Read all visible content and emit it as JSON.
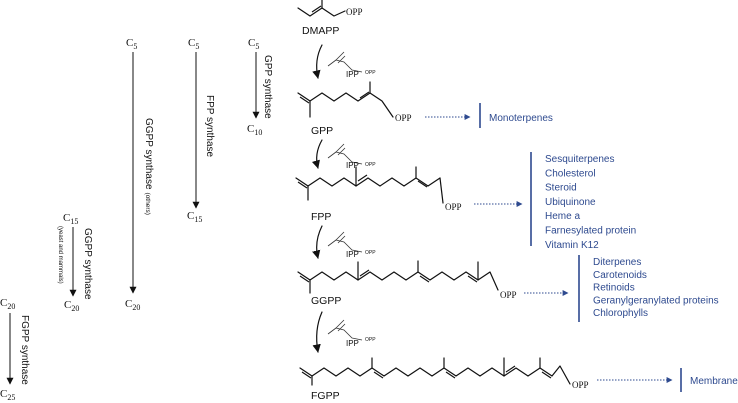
{
  "synthases": [
    {
      "key": "ggpps",
      "label": "GGPP synthase",
      "note": "(others)",
      "start": "C",
      "start_sub": "5",
      "end": "C",
      "end_sub": "20"
    },
    {
      "key": "fpps",
      "label": "FPP synthase",
      "note": "",
      "start": "C",
      "start_sub": "5",
      "end": "C",
      "end_sub": "15"
    },
    {
      "key": "gpps",
      "label": "GPP synthase",
      "note": "",
      "start": "C",
      "start_sub": "5",
      "end": "C",
      "end_sub": "10"
    },
    {
      "key": "ggpps_yeast",
      "label": "GGPP synthase",
      "note": "(yeast and mammals)",
      "start": "C",
      "start_sub": "15",
      "end": "C",
      "end_sub": "20"
    },
    {
      "key": "fgpps",
      "label": "FGPP synthase",
      "note": "",
      "start": "C",
      "start_sub": "20",
      "end": "C",
      "end_sub": "25"
    }
  ],
  "molecules": [
    {
      "key": "dmapp",
      "name": "DMAPP",
      "group": "OPP"
    },
    {
      "key": "gpp",
      "name": "GPP",
      "group": "OPP"
    },
    {
      "key": "fpp",
      "name": "FPP",
      "group": "OPP"
    },
    {
      "key": "ggpp",
      "name": "GGPP",
      "group": "OPP"
    },
    {
      "key": "fgpp",
      "name": "FGPP",
      "group": "OPP"
    }
  ],
  "ipp": {
    "label": "IPP",
    "group": "OPP"
  },
  "products": {
    "gpp": [
      "Monoterpenes"
    ],
    "fpp": [
      "Sesquiterpenes",
      "Cholesterol",
      "Steroid",
      "Ubiquinone",
      "Heme a",
      "Farnesylated protein",
      "Vitamin K12"
    ],
    "ggpp": [
      "Diterpenes",
      "Carotenoids",
      "Retinoids",
      "Geranylgeranylated proteins",
      "Chlorophylls"
    ],
    "fgpp": [
      "Membrane polar lipids"
    ]
  },
  "colors": {
    "product_text": "#2e4a8f",
    "line": "#111111"
  }
}
